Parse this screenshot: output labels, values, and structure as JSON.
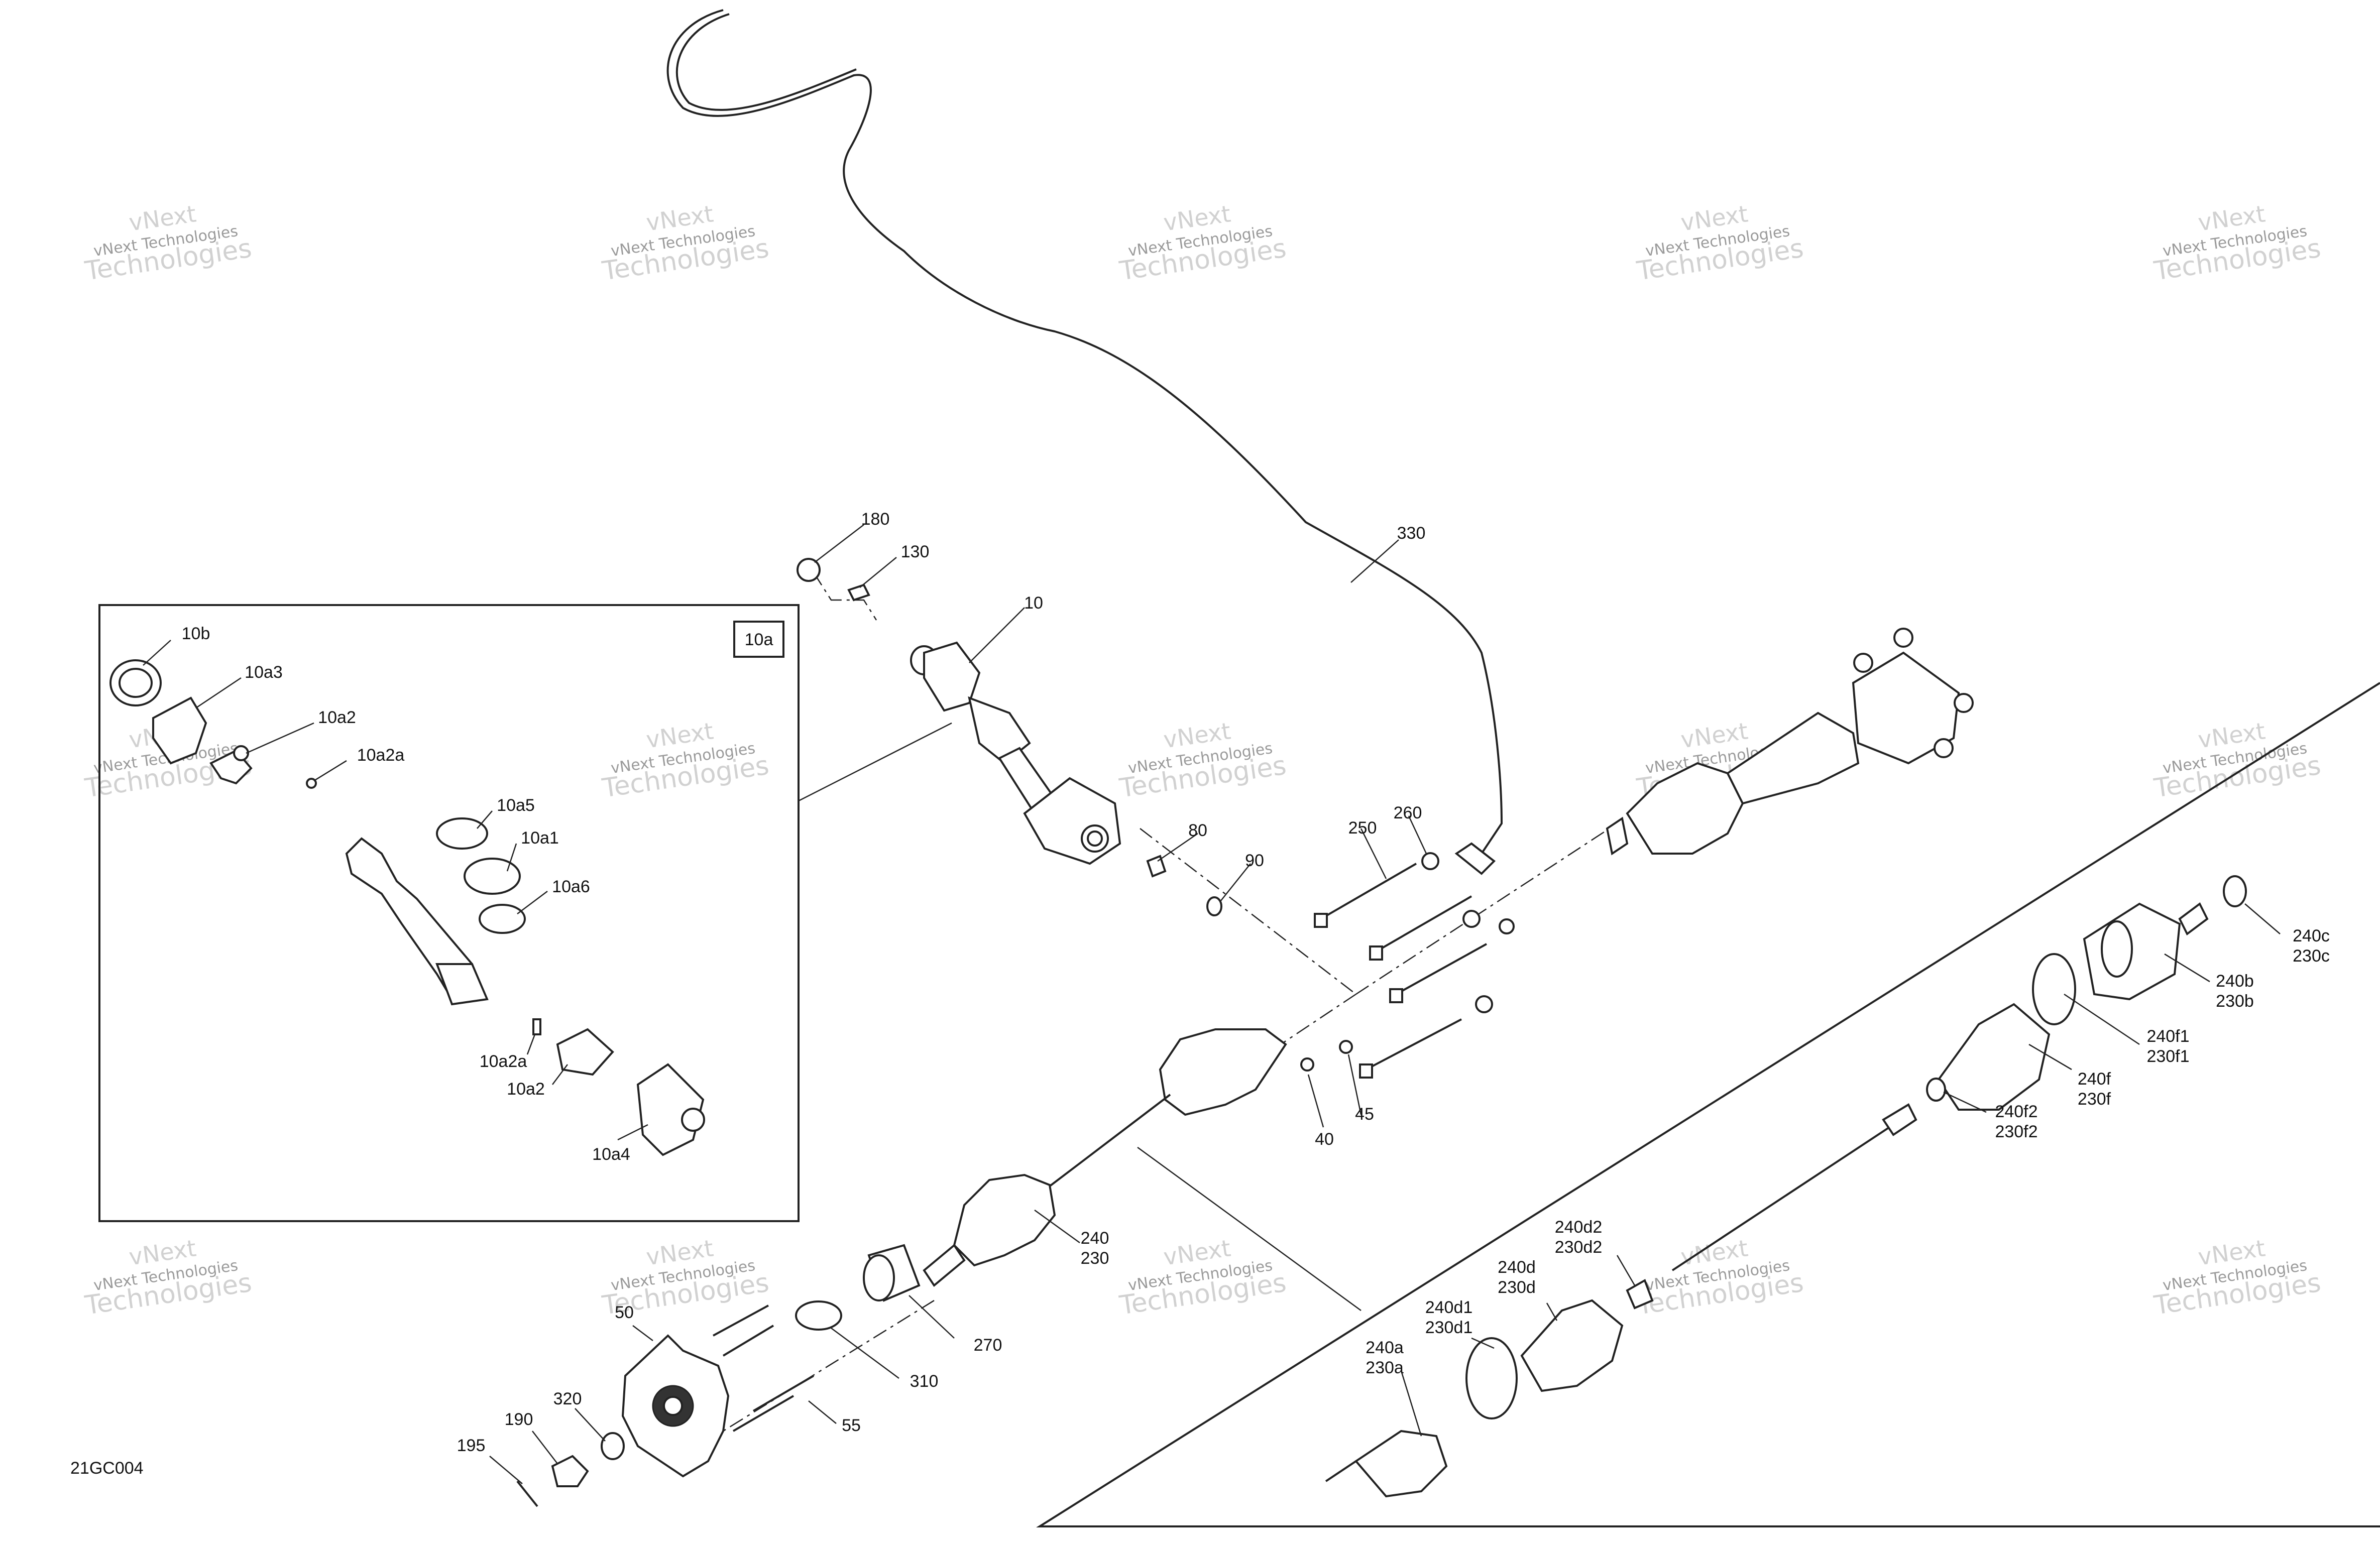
{
  "diagram": {
    "code": "21GC004",
    "inset_tag": "10a",
    "watermark": {
      "line1": "vNext Technologies",
      "line2": "vNext",
      "line3": "Technologies"
    },
    "callouts": [
      {
        "id": "180",
        "t": [
          "180"
        ]
      },
      {
        "id": "130",
        "t": [
          "130"
        ]
      },
      {
        "id": "10",
        "t": [
          "10"
        ]
      },
      {
        "id": "330",
        "t": [
          "330"
        ]
      },
      {
        "id": "80",
        "t": [
          "80"
        ]
      },
      {
        "id": "90",
        "t": [
          "90"
        ]
      },
      {
        "id": "250",
        "t": [
          "250"
        ]
      },
      {
        "id": "260",
        "t": [
          "260"
        ]
      },
      {
        "id": "40",
        "t": [
          "40"
        ]
      },
      {
        "id": "45",
        "t": [
          "45"
        ]
      },
      {
        "id": "240-230",
        "t": [
          "240",
          "230"
        ]
      },
      {
        "id": "270",
        "t": [
          "270"
        ]
      },
      {
        "id": "310",
        "t": [
          "310"
        ]
      },
      {
        "id": "50",
        "t": [
          "50"
        ]
      },
      {
        "id": "55",
        "t": [
          "55"
        ]
      },
      {
        "id": "320",
        "t": [
          "320"
        ]
      },
      {
        "id": "190",
        "t": [
          "190"
        ]
      },
      {
        "id": "195",
        "t": [
          "195"
        ]
      },
      {
        "id": "10b",
        "t": [
          "10b"
        ]
      },
      {
        "id": "10a3",
        "t": [
          "10a3"
        ]
      },
      {
        "id": "10a2-top",
        "t": [
          "10a2"
        ]
      },
      {
        "id": "10a2a-top",
        "t": [
          "10a2a"
        ]
      },
      {
        "id": "10a5",
        "t": [
          "10a5"
        ]
      },
      {
        "id": "10a1",
        "t": [
          "10a1"
        ]
      },
      {
        "id": "10a6",
        "t": [
          "10a6"
        ]
      },
      {
        "id": "10a2a-bot",
        "t": [
          "10a2a"
        ]
      },
      {
        "id": "10a2-bot",
        "t": [
          "10a2"
        ]
      },
      {
        "id": "10a4",
        "t": [
          "10a4"
        ]
      },
      {
        "id": "240c-230c",
        "t": [
          "240c",
          "230c"
        ]
      },
      {
        "id": "240b-230b",
        "t": [
          "240b",
          "230b"
        ]
      },
      {
        "id": "240f1-230f1",
        "t": [
          "240f1",
          "230f1"
        ]
      },
      {
        "id": "240f-230f",
        "t": [
          "240f",
          "230f"
        ]
      },
      {
        "id": "240f2-230f2",
        "t": [
          "240f2",
          "230f2"
        ]
      },
      {
        "id": "240d2-230d2",
        "t": [
          "240d2",
          "230d2"
        ]
      },
      {
        "id": "240d-230d",
        "t": [
          "240d",
          "230d"
        ]
      },
      {
        "id": "240d1-230d1",
        "t": [
          "240d1",
          "230d1"
        ]
      },
      {
        "id": "240a-230a",
        "t": [
          "240a",
          "230a"
        ]
      }
    ]
  }
}
